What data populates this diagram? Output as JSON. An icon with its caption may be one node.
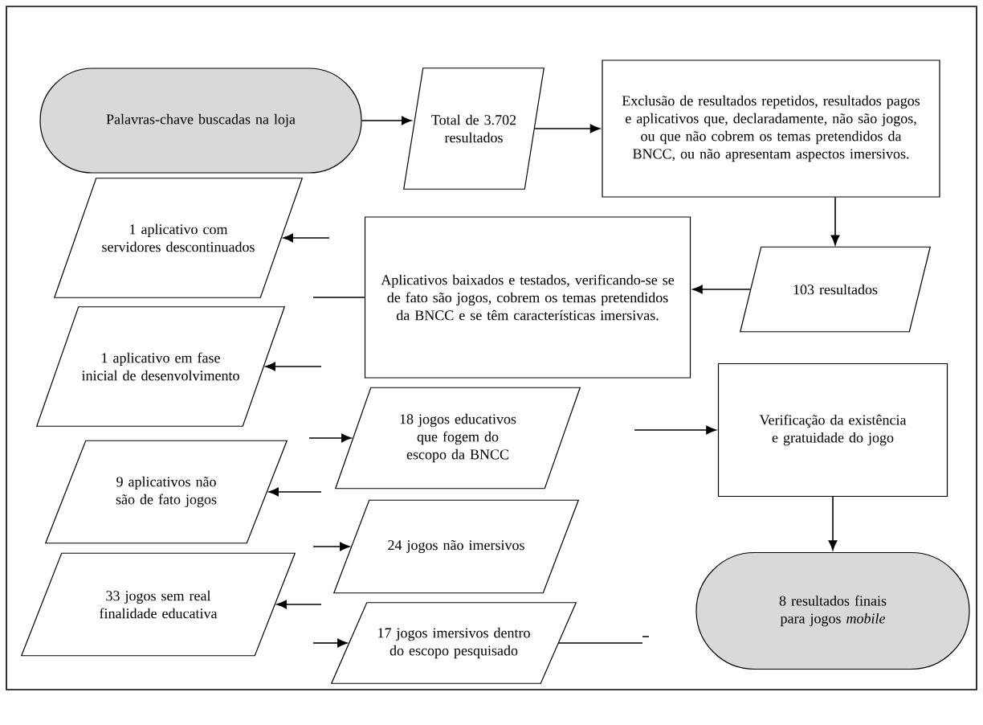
{
  "diagram": {
    "nodes": [
      {
        "text": [
          "Palavras-chave buscadas na loja"
        ]
      },
      {
        "text": [
          "Total de 3.702 resultados"
        ]
      },
      {
        "text": [
          "Exclusão de resultados repetidos, resultados pagos e aplicativos que, declaradamente, não são jogos, ou que não cobrem os temas pretendidos da BNCC, ou não apresentam aspectos imersivos."
        ]
      },
      {
        "text": [
          "1 aplicativo com servidores descontinuados"
        ]
      },
      {
        "text": [
          "Aplicativos baixados e testados, verificando-se se de fato são jogos, cobrem os temas pretendidos da BNCC e se têm características imersivas."
        ]
      },
      {
        "text": [
          "103 resultados"
        ]
      },
      {
        "text": [
          "1 aplicativo em fase inicial de desenvolvimento"
        ]
      },
      {
        "text": [
          "18 jogos educativos que fogem do escopo da BNCC"
        ]
      },
      {
        "text": [
          "Verificação da existência e gratuidade do jogo"
        ]
      },
      {
        "text": [
          "9 aplicativos não são de fato jogos"
        ]
      },
      {
        "text": [
          "24 jogos não imersivos"
        ]
      },
      {
        "text": [
          "33 jogos sem real finalidade educativa"
        ]
      },
      {
        "text": [
          "17 jogos imersivos dentro do escopo pesquisado"
        ]
      },
      {
        "text": [
          "8 resultados finais para jogos *mobile*"
        ]
      }
    ],
    "edges": [
      {
        "from": 0,
        "to": 1,
        "arrow": "to"
      },
      {
        "from": 1,
        "to": 2,
        "arrow": "to"
      },
      {
        "from": 2,
        "to": 5,
        "arrow": "to"
      },
      {
        "from": 5,
        "to": 4,
        "arrow": "to"
      },
      {
        "from": null,
        "to": 3,
        "arrow": "to"
      },
      {
        "from": 4,
        "to": null,
        "arrow": "none"
      },
      {
        "from": null,
        "to": 6,
        "arrow": "to"
      },
      {
        "from": null,
        "to": 7,
        "arrow": "to"
      },
      {
        "from": null,
        "to": 9,
        "arrow": "to"
      },
      {
        "from": null,
        "to": 10,
        "arrow": "to"
      },
      {
        "from": null,
        "to": 11,
        "arrow": "to"
      },
      {
        "from": null,
        "to": 12,
        "arrow": "to"
      },
      {
        "from": 12,
        "to": null,
        "arrow": "none"
      },
      {
        "from": null,
        "to": 8,
        "arrow": "to"
      },
      {
        "from": 8,
        "to": 13,
        "arrow": "to"
      }
    ]
  }
}
